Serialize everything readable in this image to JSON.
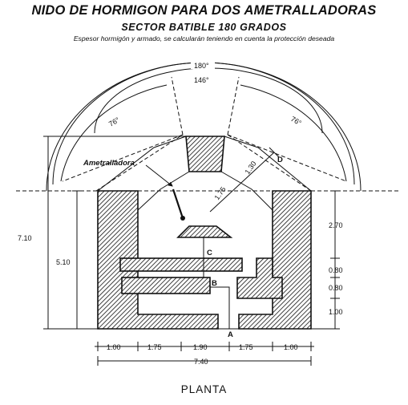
{
  "header": {
    "title": "NIDO DE HORMIGON PARA DOS AMETRALLADORAS",
    "subtitle": "SECTOR BATIBLE 180 GRADOS",
    "note": "Espesor hormigón y armado, se calcularán teniendo en cuenta la protección deseada"
  },
  "labels": {
    "machine_gun": "Ametralladora",
    "point_a": "A",
    "point_b": "B",
    "point_c": "C",
    "point_d": "D"
  },
  "angles": {
    "total": "180°",
    "center": "146°",
    "left": "76°",
    "right": "76°"
  },
  "dimensions": {
    "left_total_height": "7.10",
    "left_inner_height": "5.10",
    "right_1": "2.70",
    "right_2": "0.80",
    "right_3": "0.80",
    "right_4": "1.00",
    "bottom_1": "1.00",
    "bottom_2": "1.75",
    "bottom_3": "1.90",
    "bottom_4": "1.75",
    "bottom_5": "1.00",
    "total_width": "7.40",
    "diag_1": "1.75",
    "diag_2": "1.30"
  },
  "caption": "PLANTA"
}
